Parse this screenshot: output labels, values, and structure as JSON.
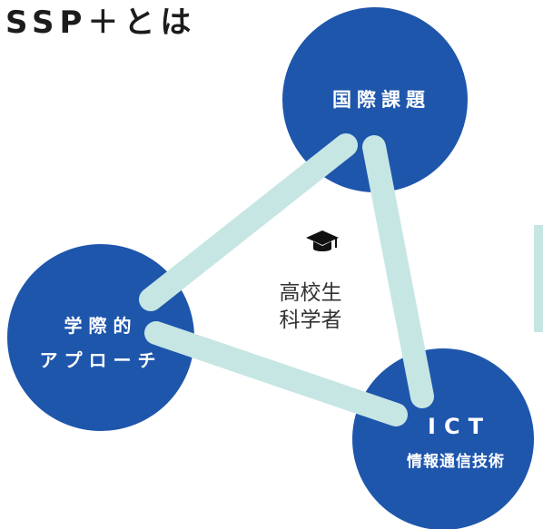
{
  "page": {
    "title": "SSP＋とは"
  },
  "diagram": {
    "nodes": {
      "global_issues": {
        "label": "国際課題"
      },
      "interdisciplinary": {
        "line1": "学際的",
        "line2": "アプローチ"
      },
      "ict": {
        "line1": "ICT",
        "line2": "情報通信技術"
      }
    },
    "center": {
      "icon": "graduation-cap-icon",
      "line1": "高校生",
      "line2": "科学者"
    }
  },
  "colors": {
    "circle": "#1e56ac",
    "connector": "#c6e6e4",
    "circle_text": "#ffffff",
    "title_text": "#1c1c1c"
  }
}
